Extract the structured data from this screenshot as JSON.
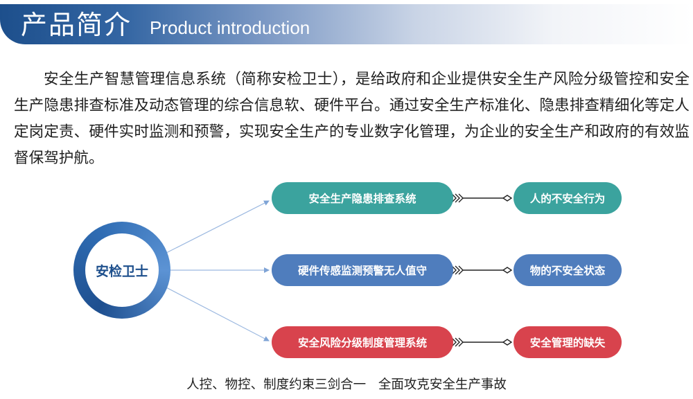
{
  "header": {
    "title": "产品简介",
    "subtitle": "Product introduction"
  },
  "intro": {
    "text": "安全生产智慧管理信息系统（简称安检卫士），是给政府和企业提供安全生产风险分级管控和安全生产隐患排查标准及动态管理的综合信息软、硬件平台。通过安全生产标准化、隐患排查精细化等定人定岗定责、硬件实时监测和预警，实现安全生产的专业数字化管理，为企业的安全生产和政府的有效监督保驾护航。"
  },
  "diagram": {
    "center": "安检卫士",
    "rows": [
      {
        "system": "安全生产隐患排查系统",
        "result": "人的不安全行为",
        "color": "#3ba39e"
      },
      {
        "system": "硬件传感监测预警无人值守",
        "result": "物的不安全状态",
        "color": "#4f7dbd"
      },
      {
        "system": "安全风险分级制度管理系统",
        "result": "安全管理的缺失",
        "color": "#d8434d"
      }
    ]
  },
  "caption": "人控、物控、制度约束三剑合一   全面攻克安全生产事故"
}
